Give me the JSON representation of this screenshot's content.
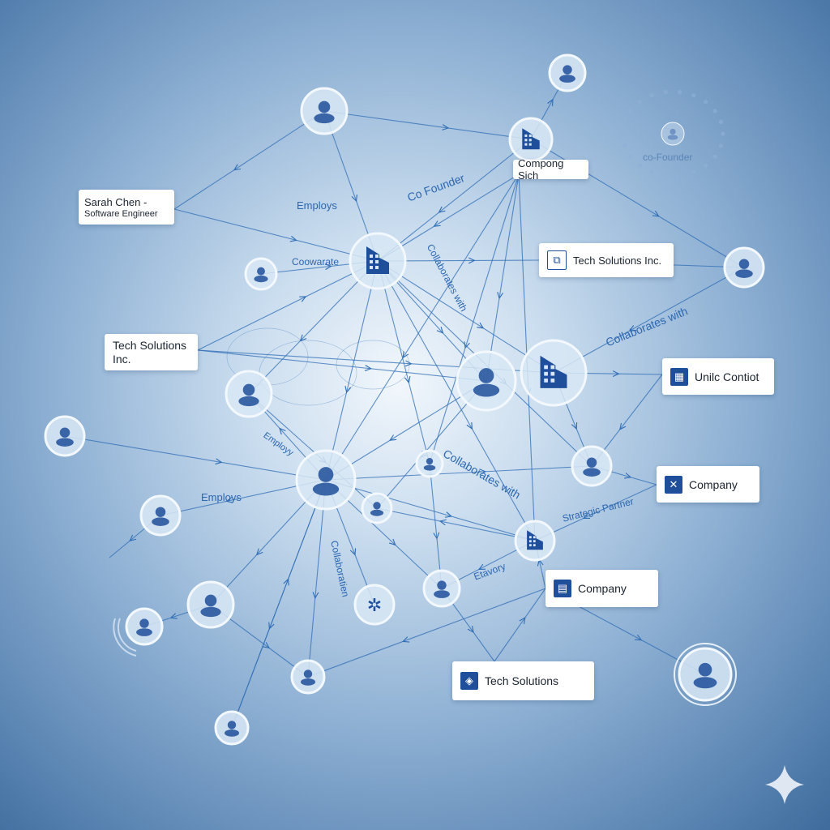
{
  "boxes": {
    "sarah_name": "Sarah Chen -",
    "sarah_role": "Software Engineer",
    "compong": "Compong Sich",
    "tech_inc_right": "Tech Solutions Inc.",
    "tech_inc_left_1": "Tech Solutions",
    "tech_inc_left_2": "Inc.",
    "unilc": "Unilc Contiot",
    "company_1": "Company",
    "company_2": "Company",
    "tech_solutions": "Tech Solutions"
  },
  "edge_labels": {
    "employs_top": "Employs",
    "co_founder": "Co Founder",
    "coowarate": "Coowarate",
    "collab_diag": "Collaborates with",
    "collab_right": "Collaborates with",
    "collab_mid": "Collaborates with",
    "employs_left": "Employs",
    "strategic": "Strategic Partner",
    "employy": "Employy",
    "collaboratien": "Collaboratien",
    "etavory": "Etavory",
    "co_founder_ghost": "co-Founder"
  },
  "colors": {
    "accent": "#1f4f9a",
    "edge": "#2f6db5",
    "node_ring": "#eef5fc"
  }
}
